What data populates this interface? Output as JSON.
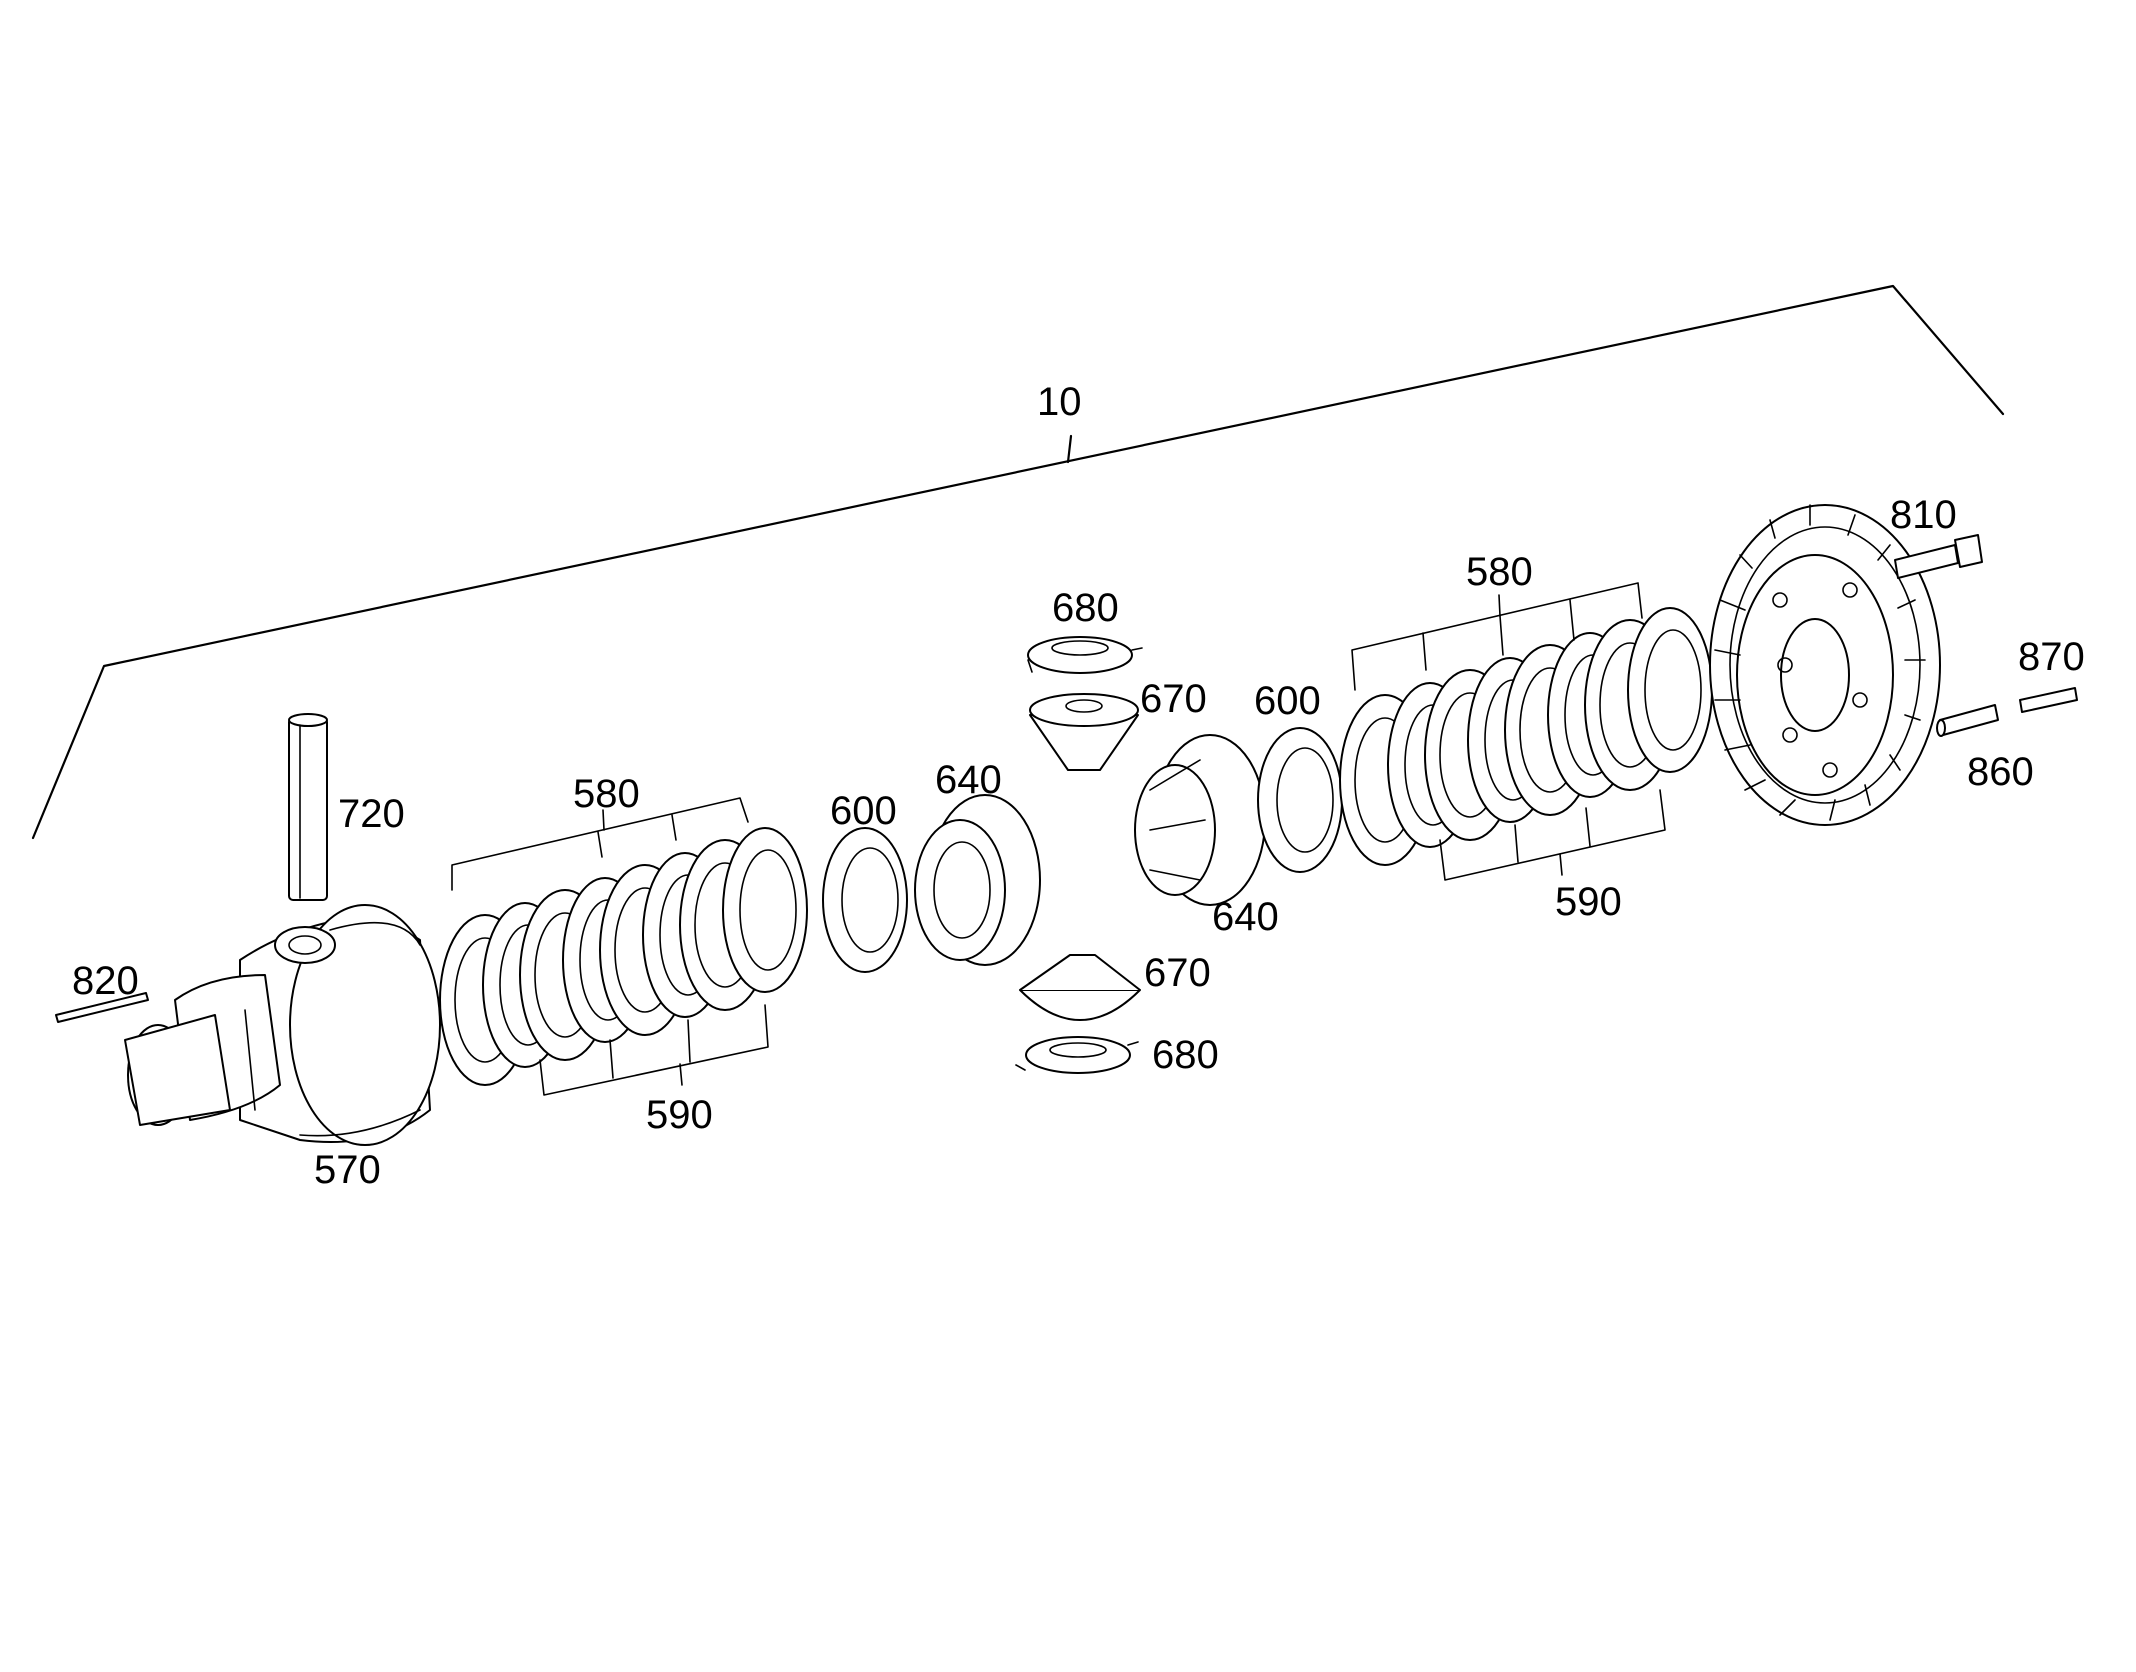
{
  "diagram": {
    "labels": {
      "assembly": "10",
      "housing": "570",
      "pin_long": "720",
      "pin_small": "820",
      "outer_discs_left": "580",
      "inner_discs_left": "590",
      "thrust_washer_left": "600",
      "side_gear_left": "640",
      "pinion_washer_top": "680",
      "pinion_top": "670",
      "pinion_bottom": "670",
      "pinion_washer_bottom": "680",
      "side_gear_right": "640",
      "thrust_washer_right": "600",
      "outer_discs_right": "580",
      "inner_discs_right": "590",
      "bolt": "810",
      "pin_right_a": "870",
      "pin_right_b": "860"
    }
  }
}
